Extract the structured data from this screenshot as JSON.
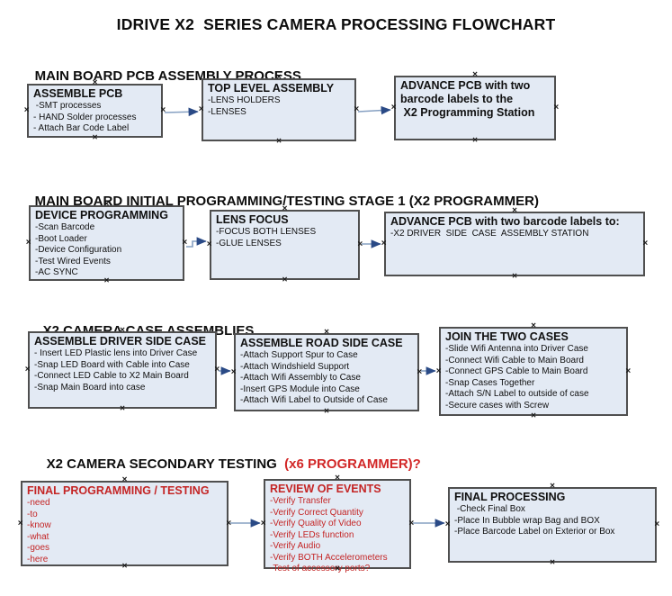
{
  "page_title": "IDRIVE X2  SERIES CAMERA PROCESSING FLOWCHART",
  "colors": {
    "box_fill": "#e3eaf4",
    "box_border": "#4f4f4f",
    "red_text": "#c42525",
    "heading_red": "#d22828",
    "arrow_line": "#86a0c2",
    "arrow_head": "#2a4a86"
  },
  "sections": [
    {
      "heading": "MAIN BOARD PCB ASSEMBLY PROCESS",
      "heading_red": "",
      "boxes": [
        {
          "title": "ASSEMBLE PCB",
          "lines": [
            " -SMT processes",
            "- HAND Solder processes",
            "- Attach Bar Code Label"
          ]
        },
        {
          "title": "TOP LEVEL ASSEMBLY",
          "lines": [
            "-LENS HOLDERS",
            "-LENSES"
          ]
        },
        {
          "title": "ADVANCE PCB with two\nbarcode labels to the\n X2 Programming Station",
          "lines": []
        }
      ]
    },
    {
      "heading": "MAIN BOARD INITIAL PROGRAMMING/TESTING STAGE 1 (X2 PROGRAMMER)",
      "heading_red": "",
      "boxes": [
        {
          "title": "DEVICE PROGRAMMING",
          "lines": [
            "-Scan Barcode",
            "-Boot Loader",
            "-Device Configuration",
            "-Test Wired Events",
            "-AC SYNC"
          ]
        },
        {
          "title": "LENS FOCUS",
          "lines": [
            "-FOCUS BOTH LENSES",
            "-GLUE LENSES"
          ]
        },
        {
          "title": "ADVANCE PCB with two barcode labels to:",
          "lines": [
            "-X2 DRIVER  SIDE  CASE  ASSEMBLY STATION"
          ]
        }
      ]
    },
    {
      "heading": "X2 CAMERA CASE ASSEMBLIES",
      "heading_red": "",
      "boxes": [
        {
          "title": "ASSEMBLE DRIVER SIDE CASE",
          "lines": [
            "- Insert LED Plastic lens into Driver Case",
            "-Snap LED Board with Cable into Case",
            "-Connect LED Cable to X2 Main Board",
            "-Snap Main Board into case"
          ]
        },
        {
          "title": "ASSEMBLE ROAD SIDE CASE",
          "lines": [
            "-Attach Support Spur to Case",
            "-Attach Windshield Support",
            "-Attach Wifi Assembly to Case",
            "-Insert GPS Module into Case",
            "-Attach Wifi Label to Outside of Case"
          ]
        },
        {
          "title": "JOIN THE TWO CASES",
          "lines": [
            "-Slide Wifi Antenna into Driver Case",
            "-Connect Wifi Cable to Main Board",
            "-Connect GPS Cable to Main Board",
            "-Snap Cases Together",
            "-Attach S/N Label to outside of case",
            "-Secure cases with Screw"
          ]
        }
      ]
    },
    {
      "heading": "X2 CAMERA SECONDARY TESTING ",
      "heading_red": " (x6 PROGRAMMER)?",
      "boxes": [
        {
          "title": "FINAL PROGRAMMING / TESTING",
          "lines": [
            "-need",
            "-to",
            "-know",
            "-what",
            "-goes",
            "-here"
          ]
        },
        {
          "title": "REVIEW OF EVENTS",
          "lines": [
            "-Verify Transfer",
            "-Verify Correct Quantity",
            "-Verify Quality of Video",
            "-Verify LEDs function",
            "-Verify Audio",
            "-Verify BOTH Accelerometers",
            "-Test of accessory ports?"
          ]
        },
        {
          "title": "FINAL PROCESSING",
          "lines": [
            " -Check Final Box",
            "-Place In Bubble wrap Bag and BOX",
            "-Place Barcode Label on Exterior or Box"
          ]
        }
      ]
    }
  ]
}
